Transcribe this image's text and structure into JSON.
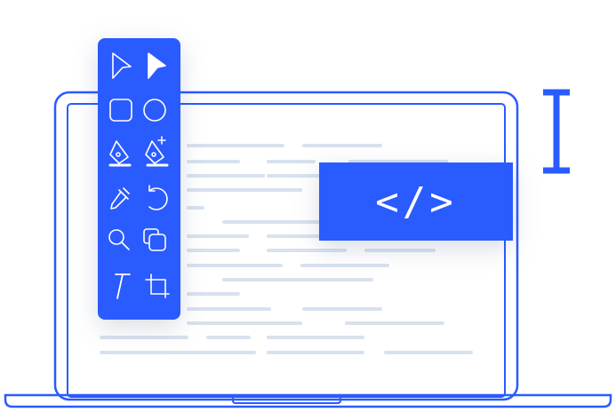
{
  "colors": {
    "accent": "#2A5BFF",
    "white": "#FFFFFF",
    "text_line": "#D8E2EE"
  },
  "illustration": {
    "device": "laptop",
    "code_badge": {
      "text": "</>",
      "icon": "code-brackets-icon"
    },
    "cursor_icon": "text-cursor-icon",
    "toolbar": {
      "tools": [
        {
          "name": "direct-select",
          "icon": "arrow-outline-icon"
        },
        {
          "name": "select",
          "icon": "arrow-filled-icon"
        },
        {
          "name": "rectangle",
          "icon": "rounded-rectangle-icon"
        },
        {
          "name": "ellipse",
          "icon": "circle-icon"
        },
        {
          "name": "pen",
          "icon": "pen-tool-icon"
        },
        {
          "name": "add-anchor",
          "icon": "pen-plus-icon"
        },
        {
          "name": "eyedropper",
          "icon": "eyedropper-icon"
        },
        {
          "name": "rotate",
          "icon": "rotate-icon"
        },
        {
          "name": "zoom",
          "icon": "magnifier-icon"
        },
        {
          "name": "layers",
          "icon": "layers-icon"
        },
        {
          "name": "type",
          "icon": "type-icon"
        },
        {
          "name": "crop",
          "icon": "crop-icon"
        }
      ]
    }
  }
}
